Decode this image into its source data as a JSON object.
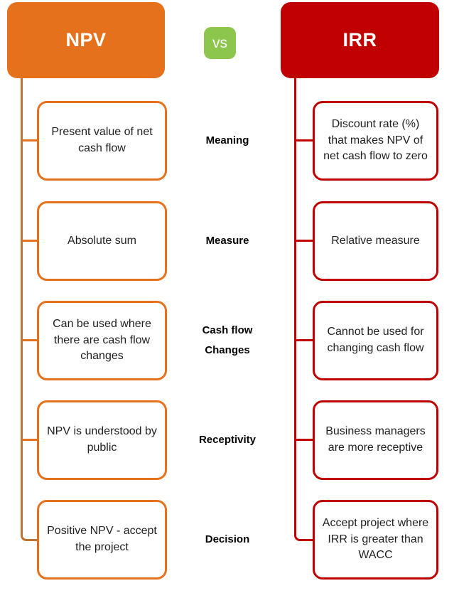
{
  "header": {
    "left": {
      "label": "NPV",
      "color": "#E5711C"
    },
    "vs": {
      "label": "vs",
      "color": "#8DC64D"
    },
    "right": {
      "label": "IRR",
      "color": "#C00000"
    }
  },
  "colors": {
    "npv_fill": "#E5711C",
    "npv_trunk": "#C1722E",
    "irr_fill": "#C00000",
    "vs_fill": "#8DC64D",
    "box_text": "#1f1f1f",
    "label_text": "#000000"
  },
  "rows": [
    {
      "label": "Meaning",
      "left": "Present value of net cash flow",
      "right": "Discount rate (%) that makes NPV of net cash flow to zero"
    },
    {
      "label": "Measure",
      "left": "Absolute sum",
      "right": "Relative measure"
    },
    {
      "label": "Cash flow\nChanges",
      "left": "Can be used where there are cash flow changes",
      "right": "Cannot be used for changing cash flow"
    },
    {
      "label": "Receptivity",
      "left": "NPV is understood by public",
      "right": "Business managers are more receptive"
    },
    {
      "label": "Decision",
      "left": "Positive NPV - accept the project",
      "right": "Accept project where IRR is greater than WACC"
    }
  ]
}
